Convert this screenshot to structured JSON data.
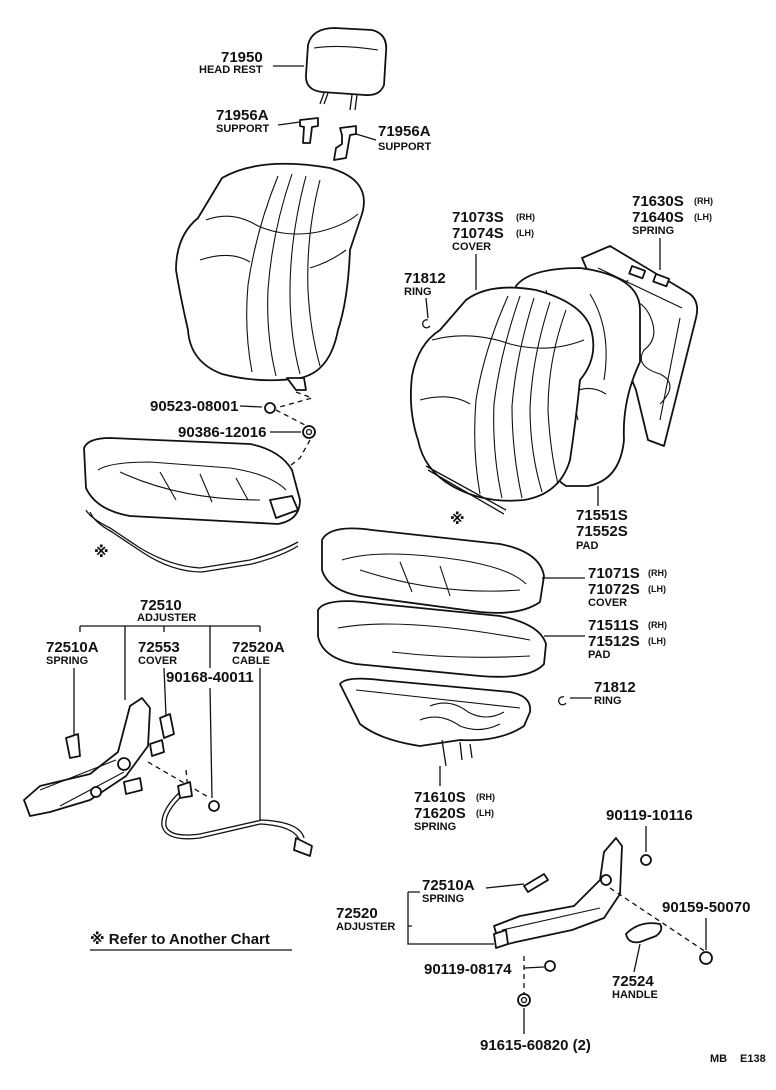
{
  "head_rest": {
    "number": "71950",
    "name": "HEAD REST"
  },
  "support_left": {
    "number": "71956A",
    "name": "SUPPORT"
  },
  "support_right": {
    "number": "71956A",
    "name": "SUPPORT"
  },
  "bolt_a": {
    "number": "90523-08001"
  },
  "bolt_b": {
    "number": "90386-12016"
  },
  "back_cover": {
    "number_rh": "71073S",
    "rh": "(RH)",
    "number_lh": "71074S",
    "lh": "(LH)",
    "name": "COVER"
  },
  "back_spring": {
    "number_rh": "71630S",
    "rh": "(RH)",
    "number_lh": "71640S",
    "lh": "(LH)",
    "name": "SPRING"
  },
  "ring_back": {
    "number": "71812",
    "name": "RING"
  },
  "back_pad": {
    "number_rh": "71551S",
    "number_lh": "71552S",
    "name": "PAD"
  },
  "seat_cover": {
    "number_rh": "71071S",
    "rh": "(RH)",
    "number_lh": "71072S",
    "lh": "(LH)",
    "name": "COVER"
  },
  "seat_pad": {
    "number_rh": "71511S",
    "rh": "(RH)",
    "number_lh": "71512S",
    "lh": "(LH)",
    "name": "PAD"
  },
  "ring_seat": {
    "number": "71812",
    "name": "RING"
  },
  "seat_spring": {
    "number_rh": "71610S",
    "rh": "(RH)",
    "number_lh": "71620S",
    "lh": "(LH)",
    "name": "SPRING"
  },
  "adjuster_left": {
    "number": "72510",
    "name": "ADJUSTER"
  },
  "adj_spring_left": {
    "number": "72510A",
    "name": "SPRING"
  },
  "adj_cover": {
    "number": "72553",
    "name": "COVER"
  },
  "adj_cable": {
    "number": "72520A",
    "name": "CABLE"
  },
  "bolt_c": {
    "number": "90168-40011"
  },
  "bolt_d": {
    "number": "90119-10116"
  },
  "adj_spring_right": {
    "number": "72510A",
    "name": "SPRING"
  },
  "adjuster_right": {
    "number": "72520",
    "name": "ADJUSTER"
  },
  "bolt_e": {
    "number": "90159-50070"
  },
  "handle": {
    "number": "72524",
    "name": "HANDLE"
  },
  "bolt_f": {
    "number": "90119-08174"
  },
  "bolt_g": {
    "number": "91615-60820 (2)"
  },
  "refer_mark": "※",
  "refer_note": "※ Refer to Another Chart",
  "footer": {
    "code1": "MB",
    "code2": "E138"
  }
}
